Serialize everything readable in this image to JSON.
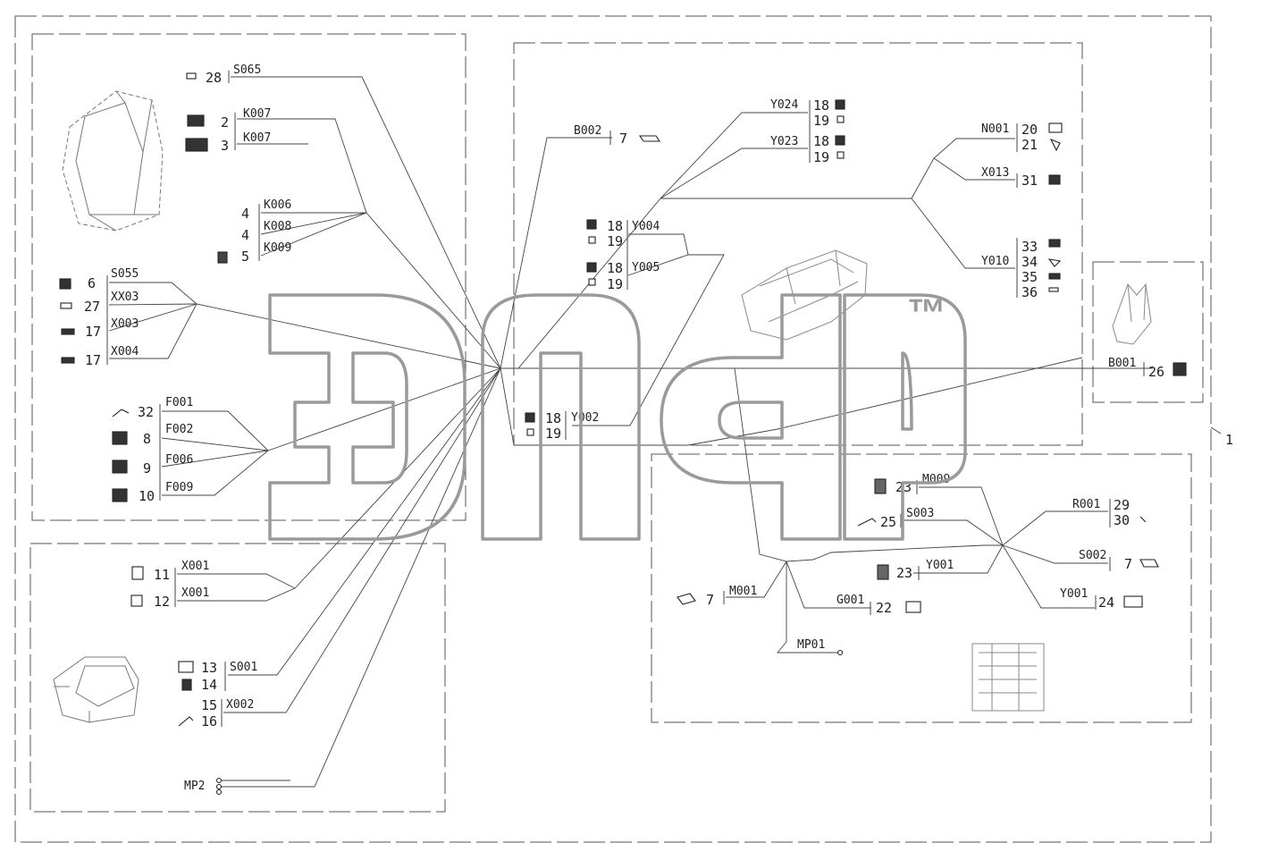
{
  "labels": {
    "S065": "S065",
    "K007": "K007",
    "K006": "K006",
    "K008": "K008",
    "K009": "K009",
    "S055": "S055",
    "XX03": "XX03",
    "X003": "X003",
    "X004": "X004",
    "F001": "F001",
    "F002": "F002",
    "F006": "F006",
    "F009": "F009",
    "X001": "X001",
    "S001": "S001",
    "X002": "X002",
    "MP2": "MP2",
    "B002": "B002",
    "Y024": "Y024",
    "Y023": "Y023",
    "Y004": "Y004",
    "Y005": "Y005",
    "Y002": "Y002",
    "N001": "N001",
    "X013": "X013",
    "Y010": "Y010",
    "B001": "B001",
    "M009": "M009",
    "S003": "S003",
    "Y001": "Y001",
    "M001": "M001",
    "G001": "G001",
    "MP01": "MP01",
    "R001": "R001",
    "S002": "S002"
  },
  "numbers": {
    "n1": "1",
    "n2": "2",
    "n3": "3",
    "n4": "4",
    "n5": "5",
    "n6": "6",
    "n7": "7",
    "n8": "8",
    "n9": "9",
    "n10": "10",
    "n11": "11",
    "n12": "12",
    "n13": "13",
    "n14": "14",
    "n15": "15",
    "n16": "16",
    "n17": "17",
    "n18": "18",
    "n19": "19",
    "n20": "20",
    "n21": "21",
    "n22": "22",
    "n23": "23",
    "n24": "24",
    "n25": "25",
    "n26": "26",
    "n27": "27",
    "n28": "28",
    "n29": "29",
    "n30": "30",
    "n31": "31",
    "n32": "32",
    "n33": "33",
    "n34": "34",
    "n35": "35",
    "n36": "36"
  },
  "watermark": {
    "mark": "™"
  },
  "colors": {
    "line": "#444444",
    "dash": "#555555",
    "watermark": "#9a9a9a"
  }
}
